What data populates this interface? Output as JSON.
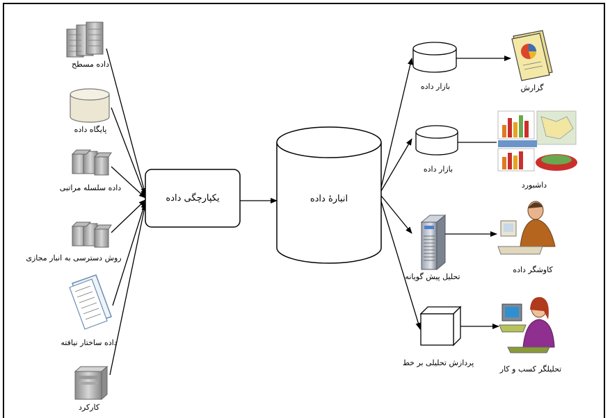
{
  "sources": [
    {
      "label": "داده مسطح",
      "icon": "flat-file-icon"
    },
    {
      "label": "پایگاه داده",
      "icon": "database-icon"
    },
    {
      "label": "داده سلسله مراتبی",
      "icon": "hierarchical-data-icon"
    },
    {
      "label": "روش دسترسی به انبار مجازی",
      "icon": "virtual-warehouse-icon"
    },
    {
      "label": "داده ساختار نیافته",
      "icon": "unstructured-document-icon"
    },
    {
      "label": "کارکرد",
      "icon": "transaction-server-icon"
    }
  ],
  "integration": {
    "label": "یکپارچگی داده"
  },
  "warehouse": {
    "label": "انبارهٔ داده"
  },
  "middle": [
    {
      "label": "بازار داده",
      "icon": "data-mart-icon"
    },
    {
      "label": "بازار داده",
      "icon": "data-mart-icon"
    },
    {
      "label": "تحلیل پیش گویانه",
      "icon": "server-icon"
    },
    {
      "label": "پردازش تحلیلی بر خط",
      "icon": "olap-cube-icon"
    }
  ],
  "outputs": [
    {
      "label": "گزارش",
      "icon": "report-icon"
    },
    {
      "label": "داشبورد",
      "icon": "dashboard-icon"
    },
    {
      "label": "کاوشگر داده",
      "icon": "data-miner-person-icon"
    },
    {
      "label": "تحلیلگر کسب و کار",
      "icon": "business-analyst-person-icon"
    }
  ]
}
